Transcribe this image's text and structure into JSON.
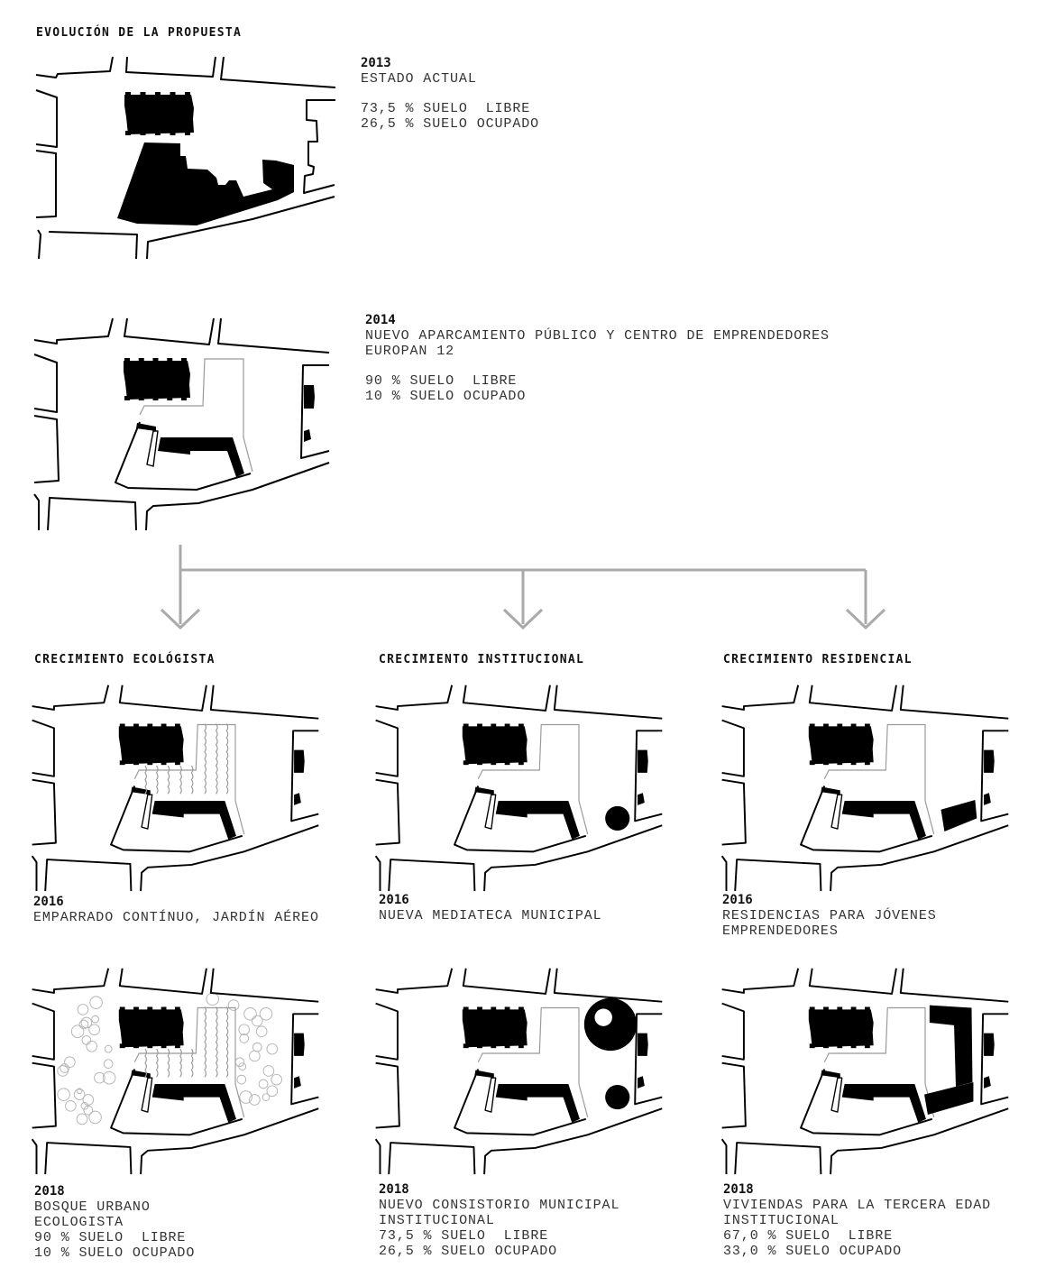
{
  "title": "EVOLUCIÓN DE LA PROPUESTA",
  "stage_2013": {
    "year": "2013",
    "description": "ESTADO ACTUAL",
    "libre": "73,5 % SUELO  LIBRE",
    "ocupado": "26,5 % SUELO OCUPADO"
  },
  "stage_2014": {
    "year": "2014",
    "description": "NUEVO APARCAMIENTO PÚBLICO Y CENTRO DE EMPRENDEDORES",
    "description2": "EUROPAN 12",
    "libre": "90 % SUELO  LIBRE",
    "ocupado": "10 % SUELO OCUPADO"
  },
  "branches": [
    {
      "heading": "CRECIMIENTO ECOLÓGISTA",
      "s2016": {
        "year": "2016",
        "lines": [
          "EMPARRADO CONTÍNUO, JARDÍN AÉREO"
        ]
      },
      "s2018": {
        "year": "2018",
        "lines": [
          "BOSQUE URBANO",
          "ECOLOGISTA",
          "90 % SUELO  LIBRE",
          "10 % SUELO OCUPADO"
        ]
      }
    },
    {
      "heading": "CRECIMIENTO INSTITUCIONAL",
      "s2016": {
        "year": "2016",
        "lines": [
          "NUEVA MEDIATECA MUNICIPAL"
        ]
      },
      "s2018": {
        "year": "2018",
        "lines": [
          "NUEVO CONSISTORIO MUNICIPAL",
          "INSTITUCIONAL",
          "73,5 % SUELO  LIBRE",
          "26,5 % SUELO OCUPADO"
        ]
      }
    },
    {
      "heading": "CRECIMIENTO RESIDENCIAL",
      "s2016": {
        "year": "2016",
        "lines": [
          "RESIDENCIAS PARA JÓVENES",
          "EMPRENDEDORES"
        ]
      },
      "s2018": {
        "year": "2018",
        "lines": [
          "VIVIENDAS PARA LA TERCERA EDAD",
          "INSTITUCIONAL",
          "67,0 % SUELO  LIBRE",
          "33,0 % SUELO OCUPADO"
        ]
      }
    }
  ],
  "colors": {
    "building": "#000000",
    "street": "#000000",
    "outline": "#999999",
    "arrow": "#aaaaaa",
    "tree": "#b5b5b5"
  }
}
